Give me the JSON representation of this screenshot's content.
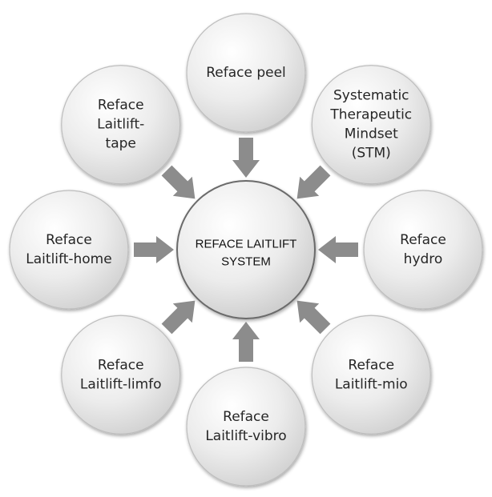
{
  "center": {
    "lines": [
      "REFACE LAITLIFT",
      "SYSTEM"
    ]
  },
  "satellites": [
    {
      "id": "reface-peel",
      "lines": [
        "Reface peel"
      ]
    },
    {
      "id": "stm",
      "lines": [
        "Systematic",
        "Therapeutic",
        "Mindset",
        "(STM)"
      ]
    },
    {
      "id": "reface-hydro",
      "lines": [
        "Reface",
        "hydro"
      ]
    },
    {
      "id": "reface-laitlift-mio",
      "lines": [
        "Reface",
        "Laitlift-mio"
      ]
    },
    {
      "id": "reface-laitlift-vibro",
      "lines": [
        "Reface",
        "Laitlift-vibro"
      ]
    },
    {
      "id": "reface-laitlift-limfo",
      "lines": [
        "Reface",
        "Laitlift-limfo"
      ]
    },
    {
      "id": "reface-laitlift-home",
      "lines": [
        "Reface",
        "Laitlift-home"
      ]
    },
    {
      "id": "reface-laitlift-tape",
      "lines": [
        "Reface",
        "Laitlift-",
        "tape"
      ]
    }
  ],
  "colors": {
    "circle_light": "#ffffff",
    "circle_mid": "#ececec",
    "circle_dark": "#cfcfcf",
    "circle_stroke": "#bdbdbd",
    "center_stroke": "#6b6b6b",
    "arrow": "#8c8c8c"
  }
}
